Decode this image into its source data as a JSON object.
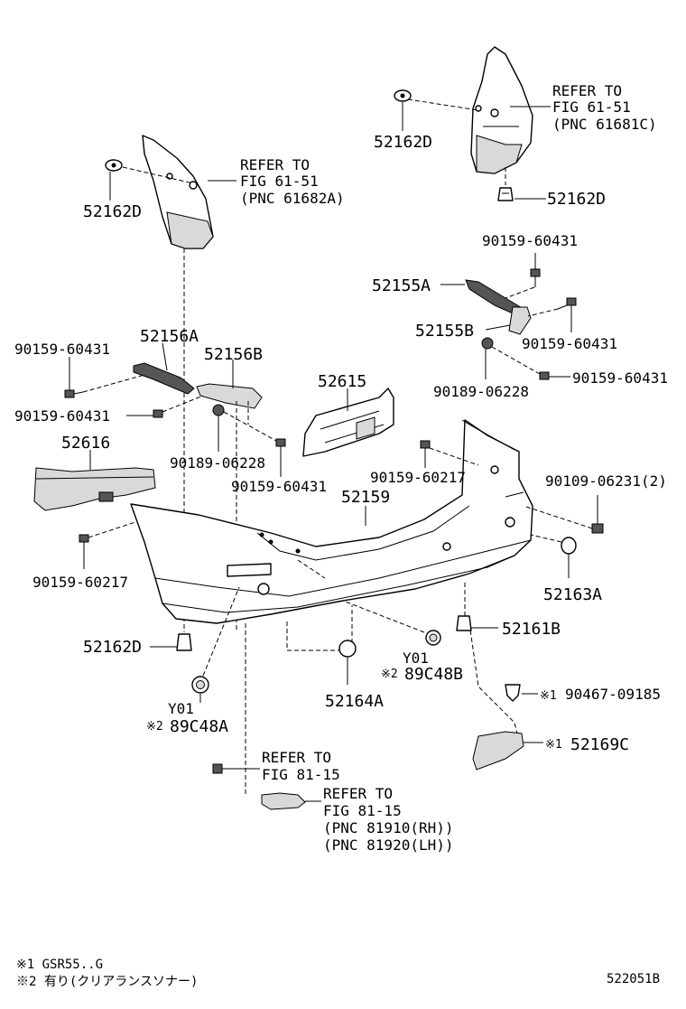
{
  "labels": {
    "refer_1_line1": "REFER TO",
    "refer_1_line2": "FIG 61-51",
    "refer_1_line3": "(PNC 61681C)",
    "refer_2_line1": "REFER TO",
    "refer_2_line2": "FIG 61-51",
    "refer_2_line3": "(PNC 61682A)",
    "refer_3_line1": "REFER TO",
    "refer_3_line2": "FIG 81-15",
    "refer_4_line1": "REFER TO",
    "refer_4_line2": "FIG 81-15",
    "refer_4_line3": "(PNC 81910(RH))",
    "refer_4_line4": "(PNC 81920(LH))",
    "p52162D_a": "52162D",
    "p52162D_b": "52162D",
    "p52162D_c": "52162D",
    "p52162D_d": "52162D",
    "p90159_60431_a": "90159-60431",
    "p90159_60431_b": "90159-60431",
    "p90159_60431_c": "90159-60431",
    "p90159_60431_d": "90159-60431",
    "p90159_60431_e": "90159-60431",
    "p90159_60431_f": "90159-60431",
    "p52155A": "52155A",
    "p52155B": "52155B",
    "p52156A": "52156A",
    "p52156B": "52156B",
    "p52615": "52615",
    "p90189_06228_a": "90189-06228",
    "p90189_06228_b": "90189-06228",
    "p52616": "52616",
    "p90159_60217_a": "90159-60217",
    "p90159_60217_b": "90159-60217",
    "p52159": "52159",
    "p90109_06231": "90109-06231(2)",
    "p52163A": "52163A",
    "p52161B": "52161B",
    "y01_a": "Y01",
    "mark2_a": "※2",
    "p89C48B": "89C48B",
    "p52164A": "52164A",
    "y01_b": "Y01",
    "mark2_b": "※2",
    "p89C48A": "89C48A",
    "mark1_a": "※1",
    "p90467_09185": "90467-09185",
    "mark1_b": "※1",
    "p52169C": "52169C"
  },
  "footer": {
    "note1": "※1 GSR55..G",
    "note2": "※2 有り(クリアランスソナー)",
    "code": "522051B"
  }
}
